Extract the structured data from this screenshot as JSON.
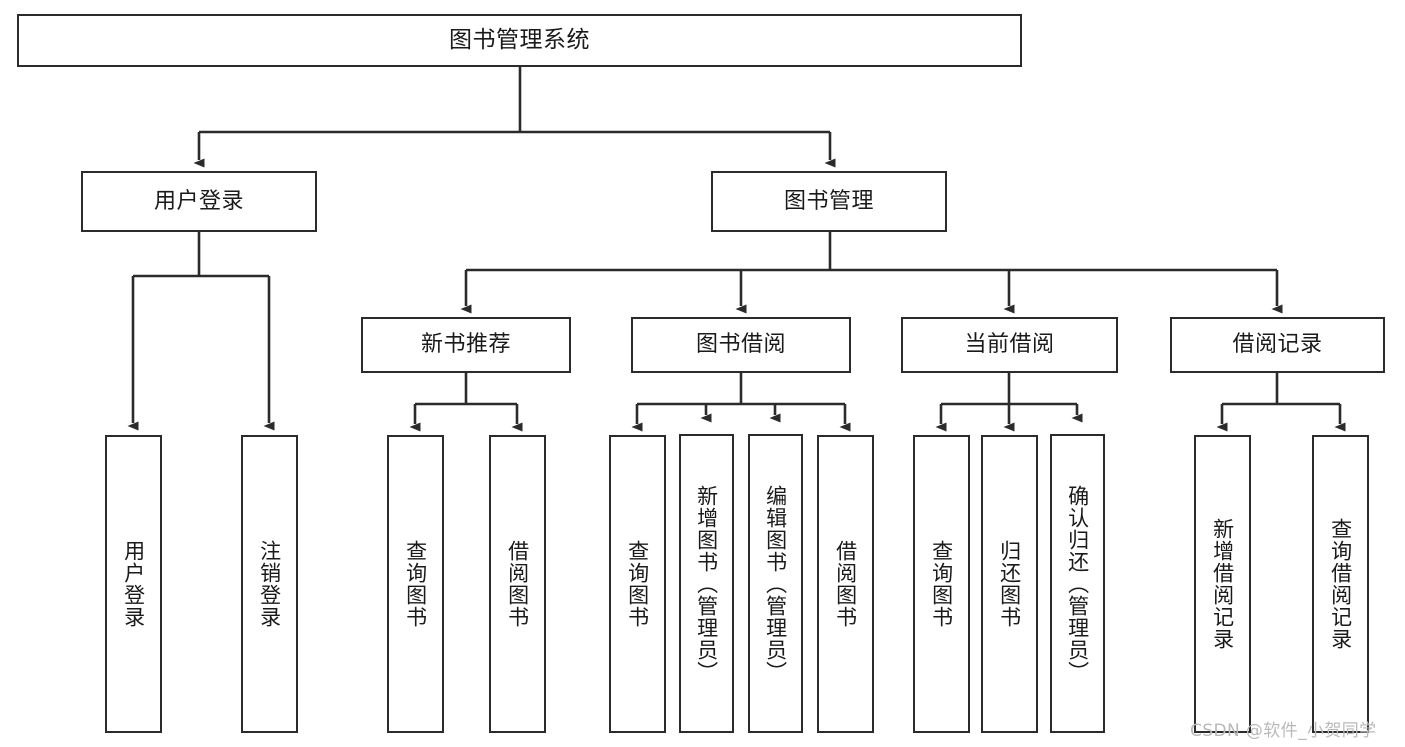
{
  "diagram": {
    "title": "图书管理系统",
    "type": "tree-hierarchy-chart",
    "background_color": "#ffffff",
    "node_border_color": "#2b2b2b",
    "edge_color": "#2b2b2b",
    "watermark": "CSDN @软件_小贺同学",
    "levels": {
      "root": {
        "label": "图书管理系统"
      },
      "level1": [
        {
          "label": "用户登录"
        },
        {
          "label": "图书管理"
        }
      ],
      "level2": [
        {
          "label": "新书推荐"
        },
        {
          "label": "图书借阅"
        },
        {
          "label": "当前借阅"
        },
        {
          "label": "借阅记录"
        }
      ],
      "leaves": {
        "user_login": [
          {
            "label": "用户登录"
          },
          {
            "label": "注销登录"
          }
        ],
        "new_book_recommend": [
          {
            "label": "查询图书"
          },
          {
            "label": "借阅图书"
          }
        ],
        "book_borrow": [
          {
            "label": "查询图书"
          },
          {
            "label": "新增图书（管理员）"
          },
          {
            "label": "编辑图书（管理员）"
          },
          {
            "label": "借阅图书"
          }
        ],
        "current_borrow": [
          {
            "label": "查询图书"
          },
          {
            "label": "归还图书"
          },
          {
            "label": "确认归还（管理员）"
          }
        ],
        "borrow_record": [
          {
            "label": "新增借阅记录"
          },
          {
            "label": "查询借阅记录"
          }
        ]
      }
    }
  }
}
